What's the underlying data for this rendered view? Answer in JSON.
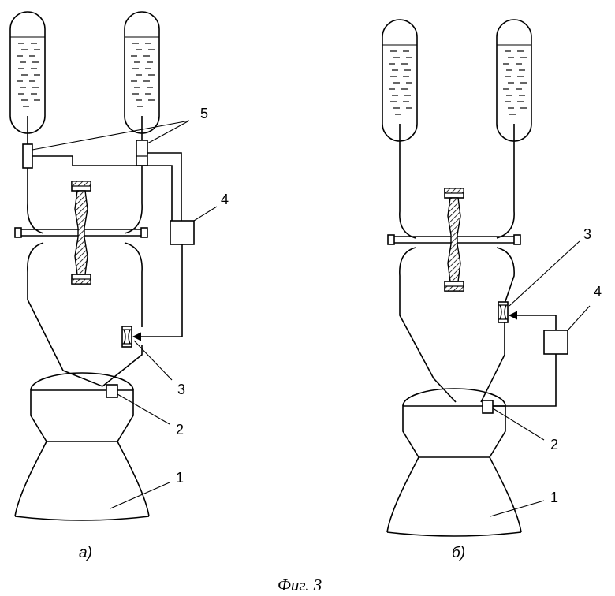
{
  "labels": {
    "engine": "1",
    "sensor": "2",
    "regulator": "3",
    "controller": "4",
    "flowmeter": "5"
  },
  "subfigures": {
    "a": "а)",
    "b": "б)"
  },
  "caption": "Фиг. 3"
}
